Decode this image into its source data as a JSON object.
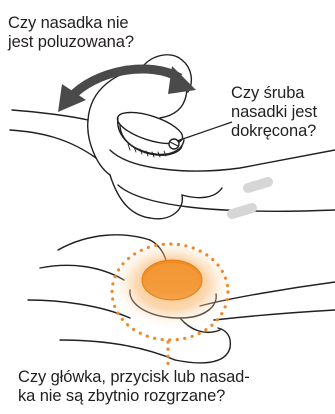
{
  "callouts": {
    "cap_loose": [
      "Czy nasadka nie",
      "jest poluzowana?"
    ],
    "screw_tight": [
      "Czy śruba",
      "nasadki jest",
      "dokręcona?"
    ],
    "overheat": [
      "Czy główka, przycisk lub nasad-",
      "ka nie są zbytnio rozgrzane?"
    ]
  },
  "colors": {
    "outline": "#231f20",
    "gray_accent": "#d6d6d6",
    "highlight": "#f0882a",
    "highlight_light": "#fbc58a"
  }
}
